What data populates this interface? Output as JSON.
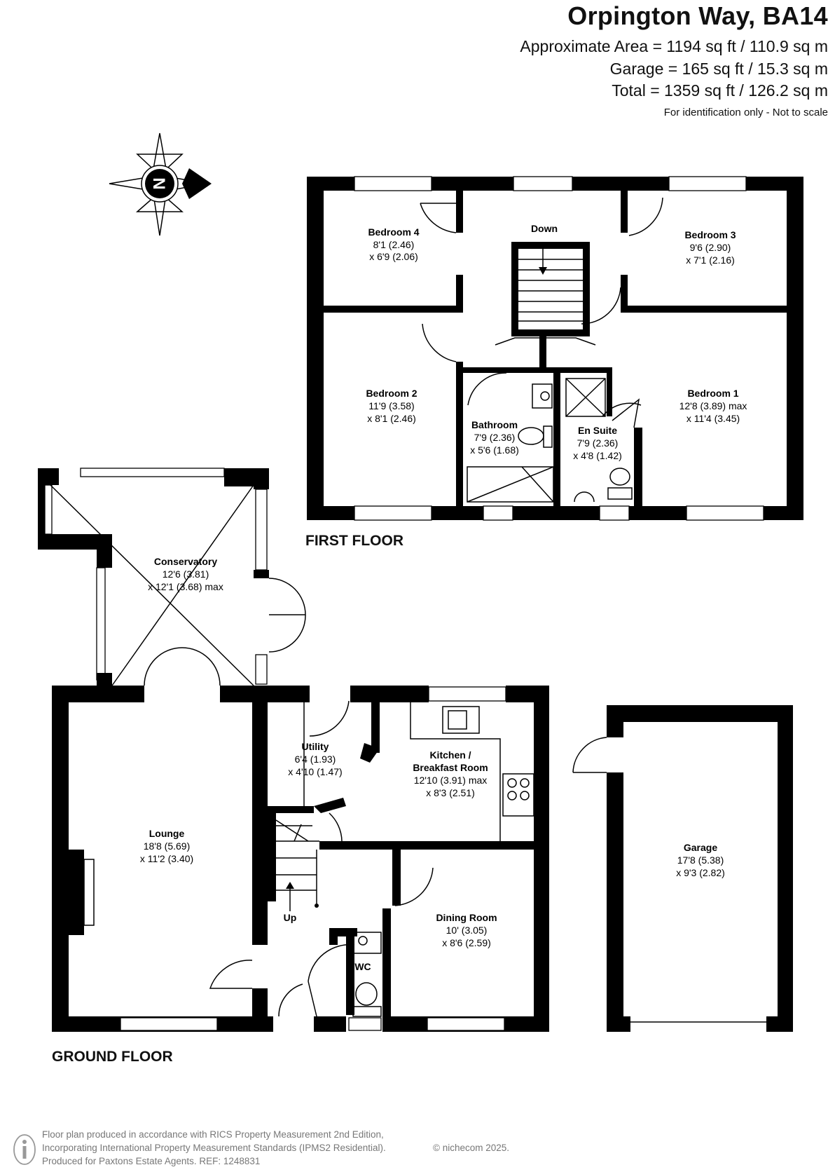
{
  "header": {
    "title": "Orpington Way, BA14",
    "approx_area": "Approximate Area = 1194 sq ft / 110.9 sq m",
    "garage_area": "Garage = 165 sq ft / 15.3 sq m",
    "total_area": "Total = 1359 sq ft / 126.2 sq m",
    "identification": "For identification only - Not to scale"
  },
  "compass": {
    "north_letter": "N"
  },
  "floors": {
    "first_floor_label": "FIRST FLOOR",
    "ground_floor_label": "GROUND FLOOR"
  },
  "rooms": {
    "bedroom4": {
      "name": "Bedroom 4",
      "dim1": "8'1 (2.46)",
      "dim2": "x 6'9 (2.06)"
    },
    "bedroom3": {
      "name": "Bedroom 3",
      "dim1": "9'6 (2.90)",
      "dim2": "x 7'1 (2.16)"
    },
    "bedroom2": {
      "name": "Bedroom 2",
      "dim1": "11'9 (3.58)",
      "dim2": "x 8'1 (2.46)"
    },
    "bedroom1": {
      "name": "Bedroom 1",
      "dim1": "12'8 (3.89) max",
      "dim2": "x 11'4 (3.45)"
    },
    "bathroom": {
      "name": "Bathroom",
      "dim1": "7'9 (2.36)",
      "dim2": "x 5'6 (1.68)"
    },
    "ensuite": {
      "name": "En Suite",
      "dim1": "7'9 (2.36)",
      "dim2": "x 4'8 (1.42)"
    },
    "stairs_down": "Down",
    "conservatory": {
      "name": "Conservatory",
      "dim1": "12'6 (3.81)",
      "dim2": "x 12'1 (3.68) max"
    },
    "utility": {
      "name": "Utility",
      "dim1": "6'4 (1.93)",
      "dim2": "x 4'10 (1.47)"
    },
    "kitchen": {
      "name1": "Kitchen /",
      "name2": "Breakfast Room",
      "dim1": "12'10 (3.91) max",
      "dim2": "x 8'3 (2.51)"
    },
    "lounge": {
      "name": "Lounge",
      "dim1": "18'8 (5.69)",
      "dim2": "x 11'2 (3.40)"
    },
    "dining": {
      "name": "Dining Room",
      "dim1": "10' (3.05)",
      "dim2": "x 8'6 (2.59)"
    },
    "wc": {
      "name": "WC"
    },
    "stairs_up": "Up",
    "garage": {
      "name": "Garage",
      "dim1": "17'8 (5.38)",
      "dim2": "x 9'3 (2.82)"
    }
  },
  "footer": {
    "line1": "Floor plan produced in accordance with RICS Property Measurement 2nd Edition,",
    "line2": "Incorporating International Property Measurement Standards (IPMS2 Residential).",
    "line3": "Produced for Paxtons Estate Agents.   REF: 1248831",
    "copyright": "© nichecom 2025."
  }
}
